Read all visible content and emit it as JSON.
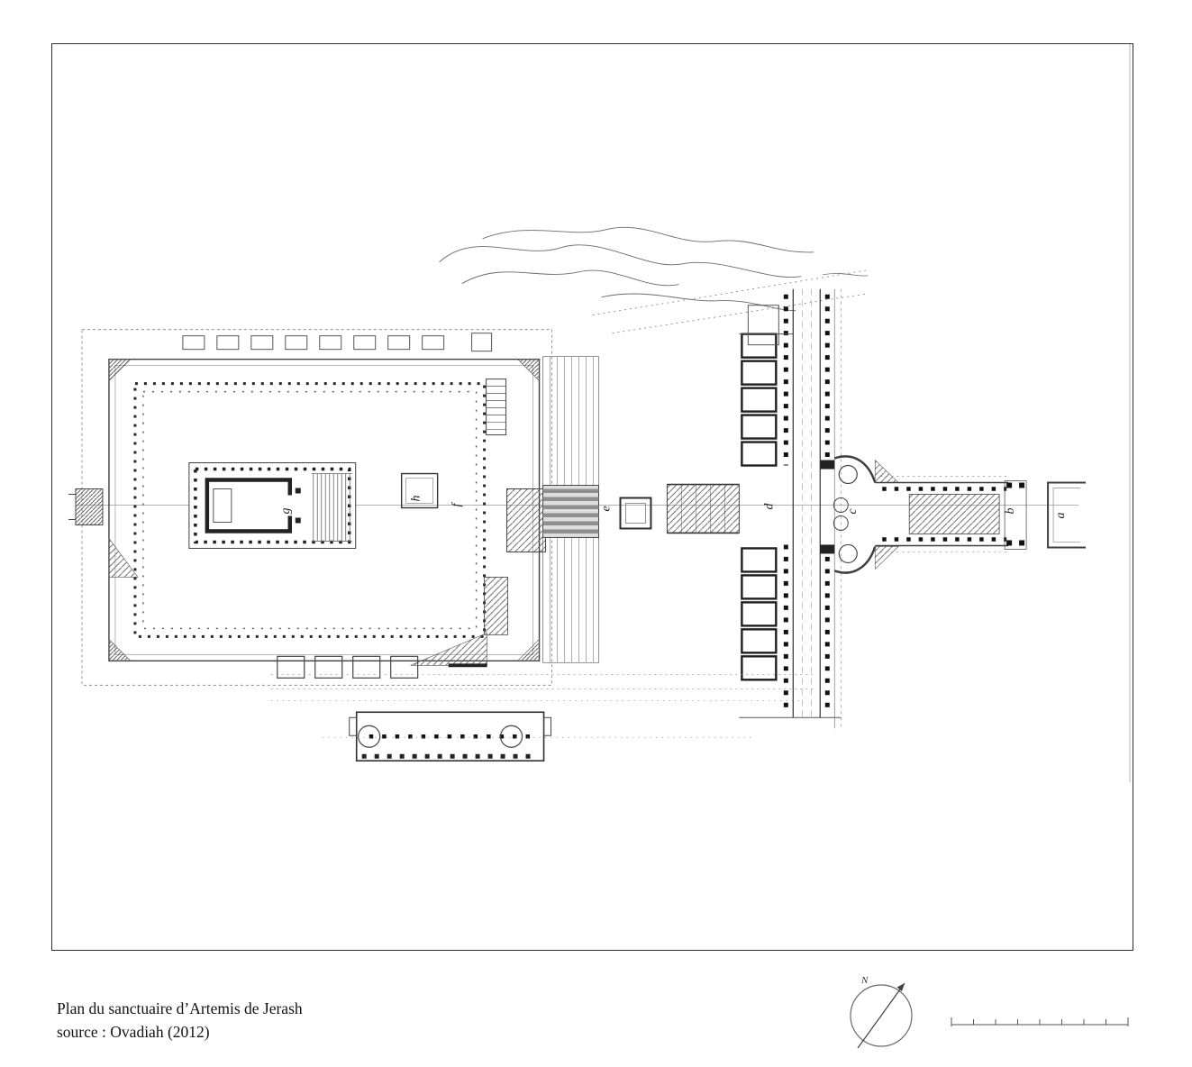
{
  "figure": {
    "type": "architectural-site-plan",
    "subject": "Sanctuary of Artemis, Jerash",
    "background_color": "#ffffff",
    "ink_color": "#3f3f3f",
    "frame_border_color": "#2f2f2f"
  },
  "caption": {
    "line1": "Plan du sanctuaire d’Artemis de Jerash",
    "line2": "source : Ovadiah (2012)"
  },
  "plan": {
    "labels": {
      "a": "a",
      "b": "b",
      "c": "c",
      "d": "d",
      "e": "e",
      "f": "f",
      "g": "g",
      "h": "h"
    }
  },
  "compass": {
    "label": "N"
  }
}
